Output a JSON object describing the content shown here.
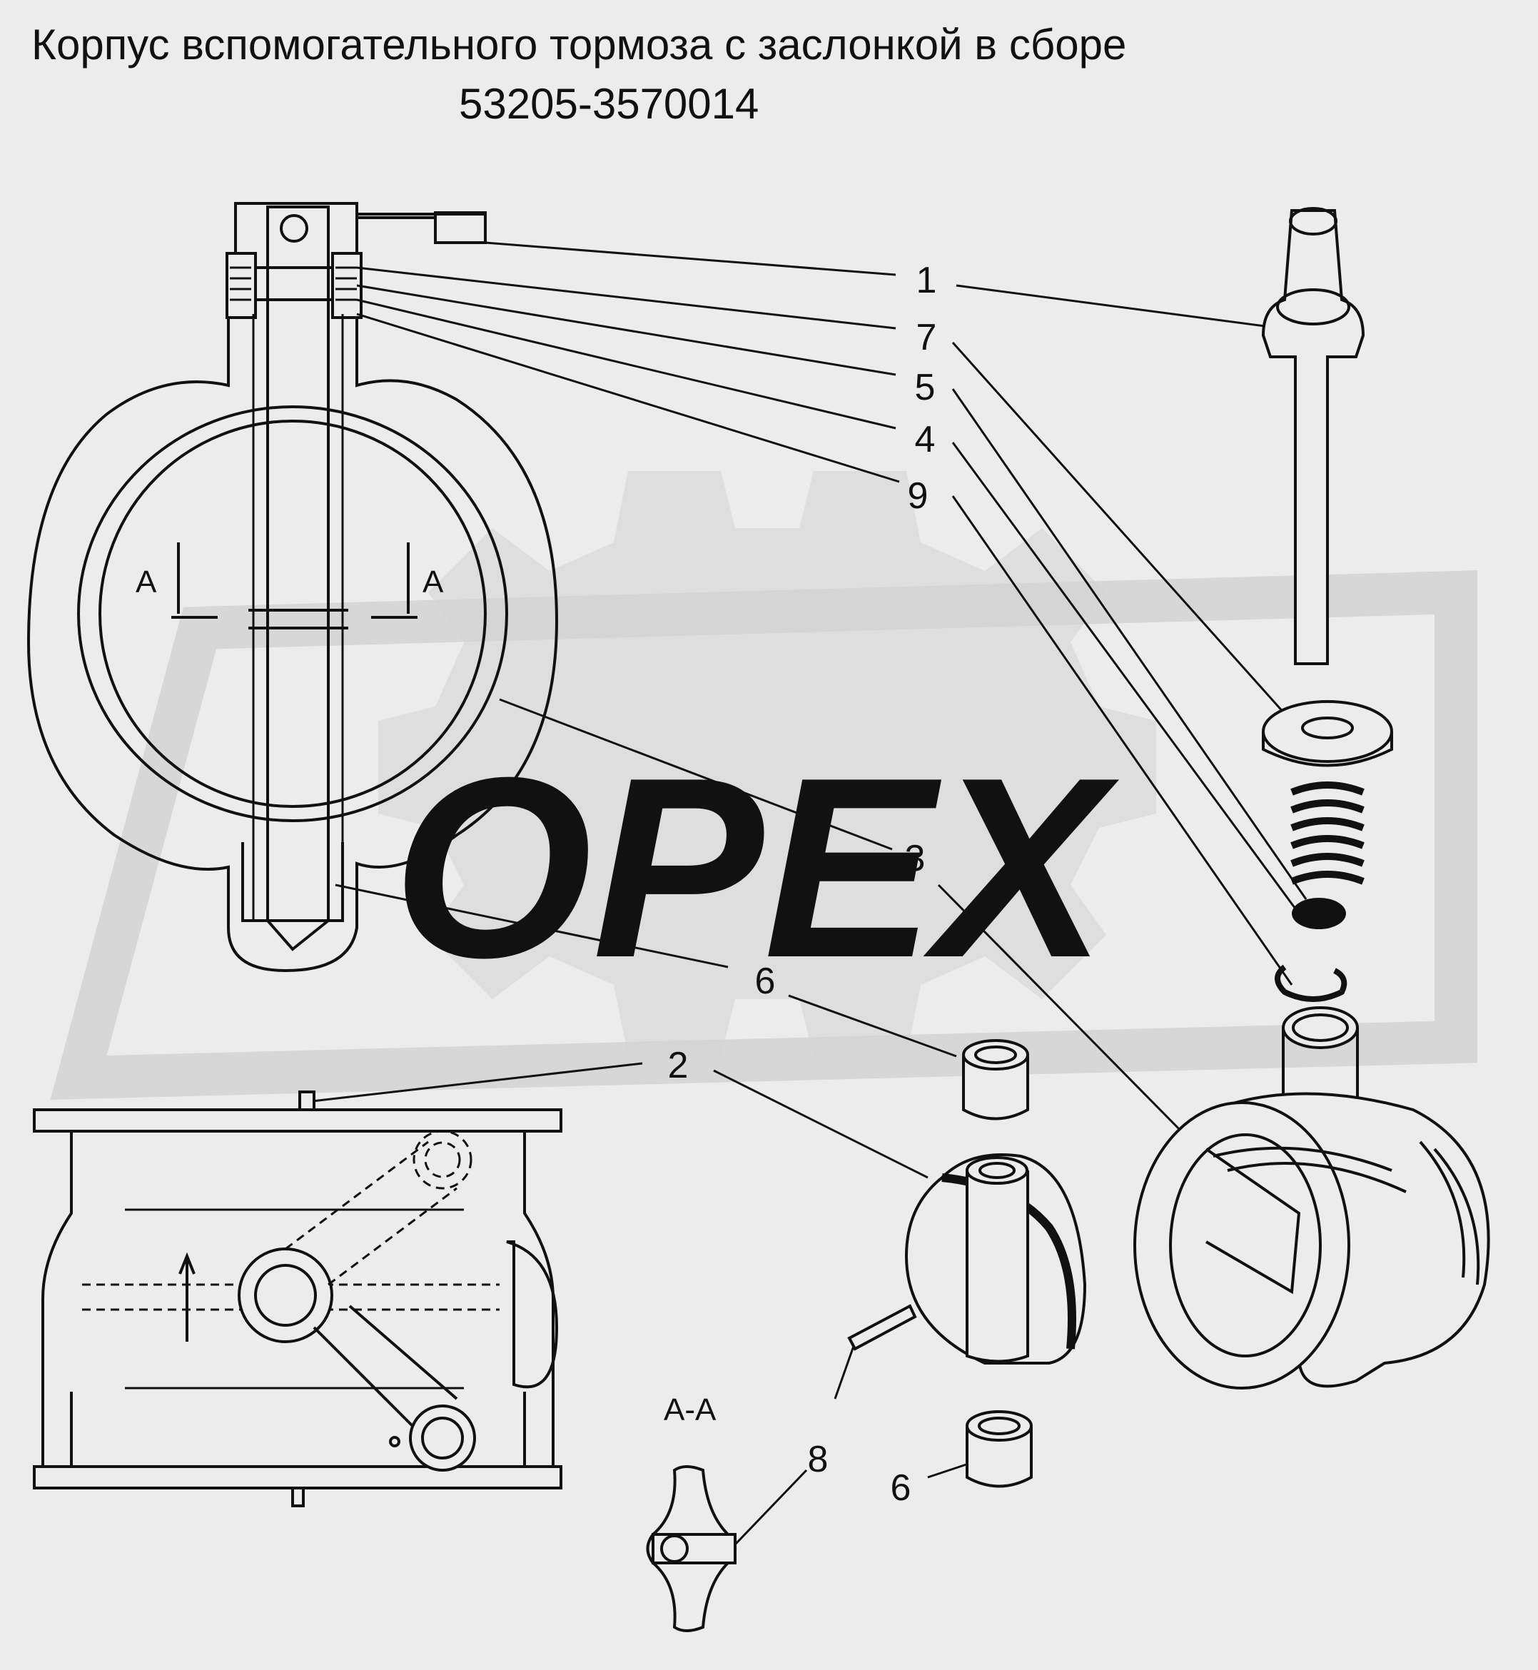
{
  "title": {
    "line1": "Корпус вспомогательного тормоза с заслонкой в сборе",
    "line2": "53205-3570014"
  },
  "watermark": {
    "text": "OPEX",
    "color": "#d4d4d4"
  },
  "callouts": {
    "c1": "1",
    "c7": "7",
    "c5": "5",
    "c4": "4",
    "c9": "9",
    "c3": "3",
    "c6a": "6",
    "c2": "2",
    "c8": "8",
    "c6b": "6"
  },
  "section_marks": {
    "left": "A",
    "right": "A",
    "view": "A-A"
  },
  "colors": {
    "background": "#ececec",
    "ink": "#111111"
  }
}
